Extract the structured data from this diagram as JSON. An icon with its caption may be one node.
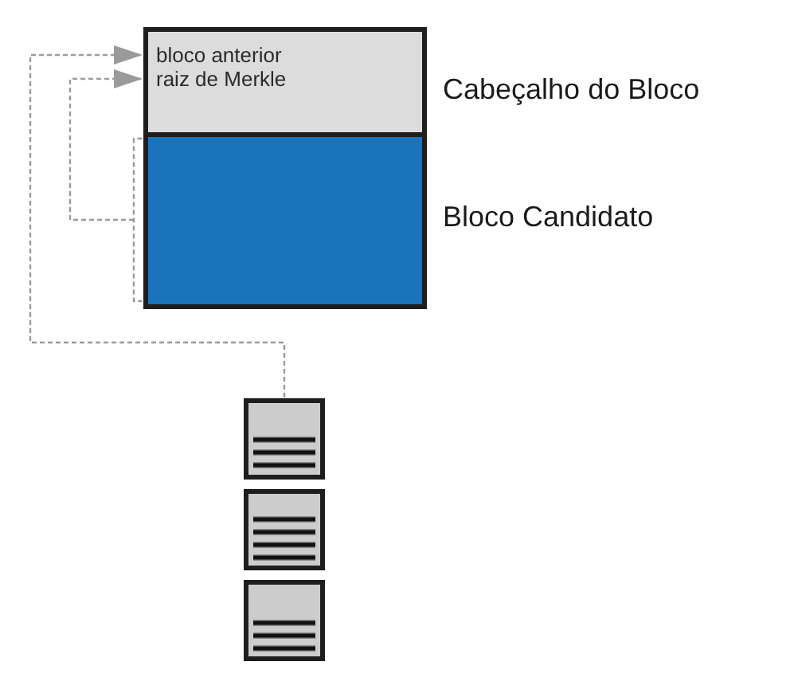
{
  "diagram": {
    "nodes": [
      {
        "text": [
          "Cabeçalho do Bloco"
        ]
      },
      {
        "text": [
          "bloco anterior"
        ],
        "in": 0
      },
      {
        "text": [
          "raiz de Merkle"
        ],
        "in": 0
      },
      {
        "text": [
          "Bloco Candidato"
        ]
      },
      {
        "text": [],
        "shape": "picture"
      },
      {
        "text": [],
        "shape": "picture"
      },
      {
        "text": [],
        "shape": "picture"
      }
    ],
    "edges": [
      {
        "from": 4,
        "to": 1,
        "arrow": "to",
        "style": "dashed"
      },
      {
        "from": 3,
        "to": 2,
        "arrow": "to",
        "style": "dashed"
      }
    ]
  }
}
